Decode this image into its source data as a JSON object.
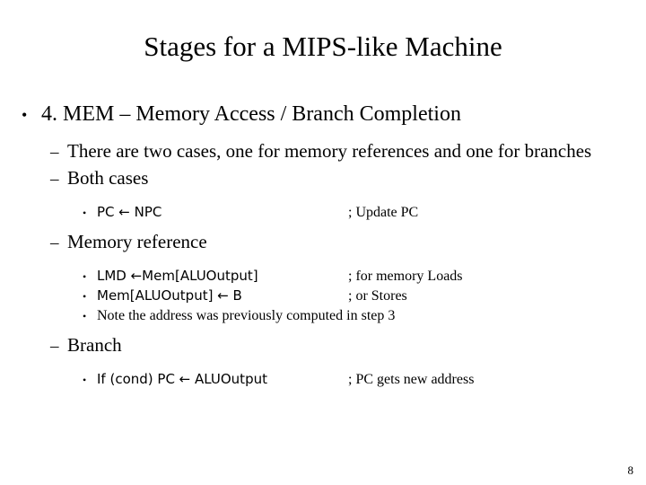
{
  "slide": {
    "title": "Stages for a MIPS-like Machine",
    "page_number": "8",
    "bullets": {
      "level1_mark": "•",
      "level2_mark": "–",
      "level3_mark": "•"
    },
    "level1": {
      "text": "4. MEM – Memory Access / Branch Completion"
    },
    "items": [
      {
        "level": 2,
        "text": "There are two cases, one for memory references and one for branches"
      },
      {
        "level": 2,
        "text": "Both cases"
      },
      {
        "level": 3,
        "text": "PC ← NPC",
        "comment": "; Update PC"
      },
      {
        "level": 2,
        "text": "Memory reference"
      },
      {
        "level": 3,
        "text": "LMD ←Mem[ALUOutput]",
        "comment": "; for memory Loads"
      },
      {
        "level": 3,
        "text": "Mem[ALUOutput] ← B",
        "comment": "; or Stores"
      },
      {
        "level": 3,
        "text": "Note the address was previously computed in step 3",
        "comment": ""
      },
      {
        "level": 2,
        "text": "Branch"
      },
      {
        "level": 3,
        "text": "If (cond) PC ← ALUOutput",
        "comment": "; PC gets new address"
      }
    ]
  }
}
